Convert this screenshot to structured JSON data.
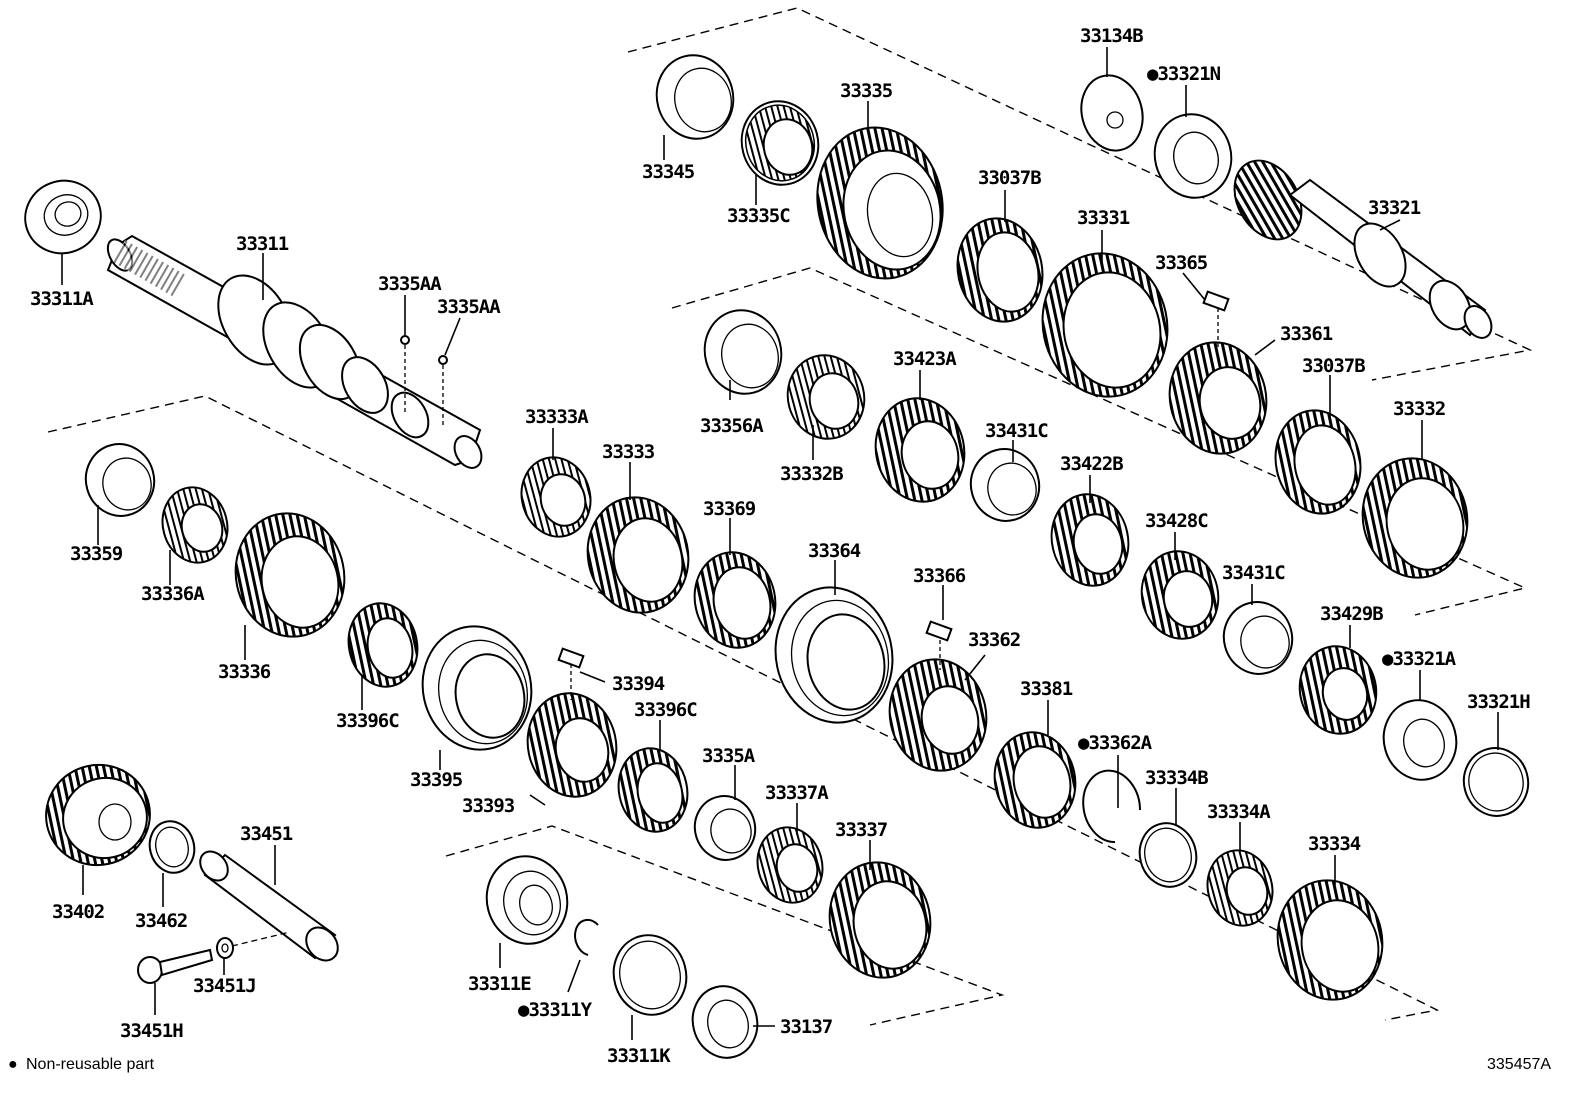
{
  "legend": {
    "bullet": "●",
    "text": "Non-reusable part"
  },
  "diagram_code": "335457A",
  "labels": {
    "p33134B": "33134B",
    "p33321N": "●33321N",
    "p33345": "33345",
    "p33335": "33335",
    "p33335C": "33335C",
    "p33037B_a": "33037B",
    "p33331": "33331",
    "p33321": "33321",
    "p33365": "33365",
    "p33361": "33361",
    "p33037B_b": "33037B",
    "p33332": "33332",
    "p33311A": "33311A",
    "p33311": "33311",
    "p3335AA_a": "3335AA",
    "p3335AA_b": "3335AA",
    "p33356A": "33356A",
    "p33423A": "33423A",
    "p33332B": "33332B",
    "p33431C_a": "33431C",
    "p33422B": "33422B",
    "p33428C": "33428C",
    "p33333A": "33333A",
    "p33333": "33333",
    "p33369": "33369",
    "p33364": "33364",
    "p33366": "33366",
    "p33431C_b": "33431C",
    "p33429B": "33429B",
    "p33321A": "●33321A",
    "p33359": "33359",
    "p33336A": "33336A",
    "p33336": "33336",
    "p33396C_a": "33396C",
    "p33394": "33394",
    "p33396C_b": "33396C",
    "p33362": "33362",
    "p33381": "33381",
    "p33321H": "33321H",
    "p33395": "33395",
    "p33393": "33393",
    "p3335A": "3335A",
    "p33337A": "33337A",
    "p33337": "33337",
    "p33362A": "●33362A",
    "p33334B": "33334B",
    "p33334A": "33334A",
    "p33334": "33334",
    "p33402": "33402",
    "p33462": "33462",
    "p33451": "33451",
    "p33451H": "33451H",
    "p33451J": "33451J",
    "p33311E": "33311E",
    "p33311Y": "●33311Y",
    "p33311K": "33311K",
    "p33137": "33137"
  }
}
